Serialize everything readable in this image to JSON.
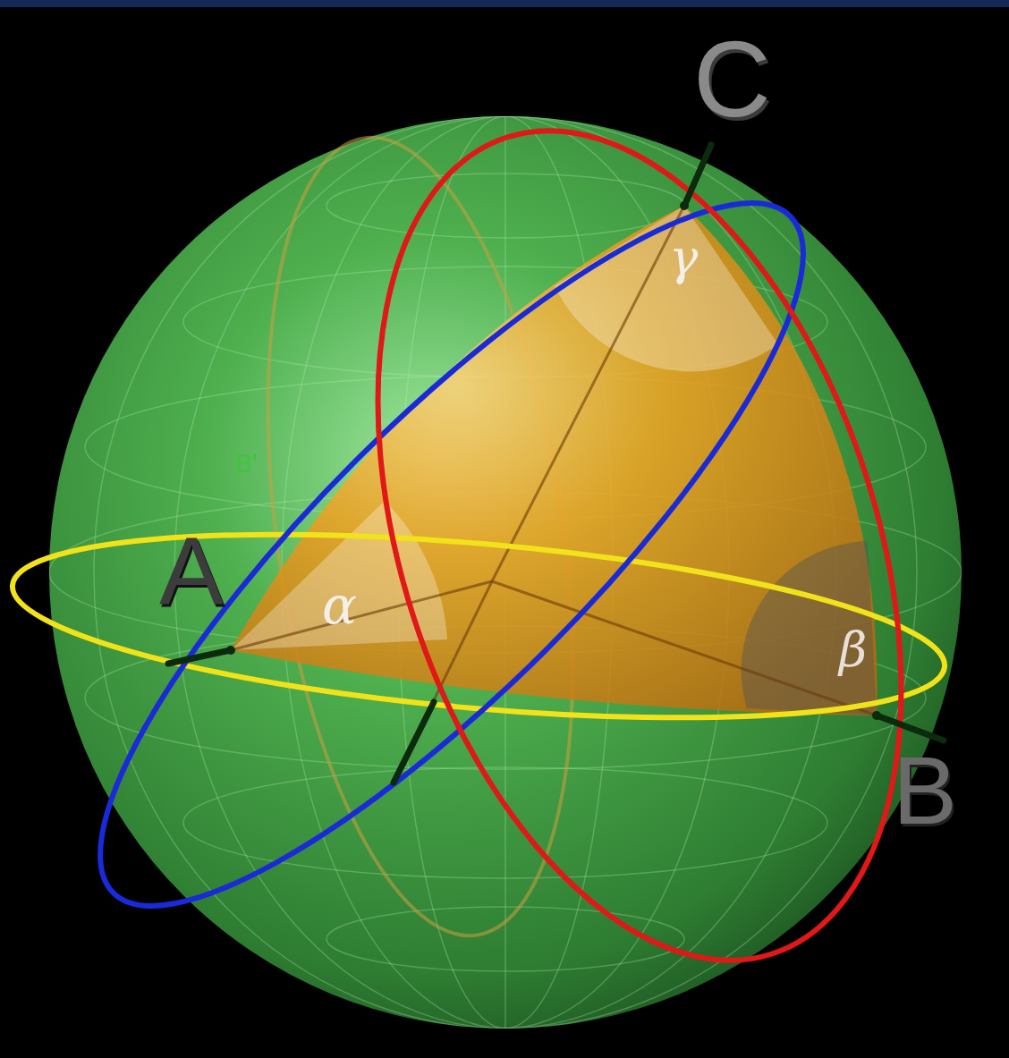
{
  "diagram": {
    "labels": [
      "C",
      "γ",
      "B'",
      "A",
      "α",
      "β",
      "B"
    ]
  }
}
